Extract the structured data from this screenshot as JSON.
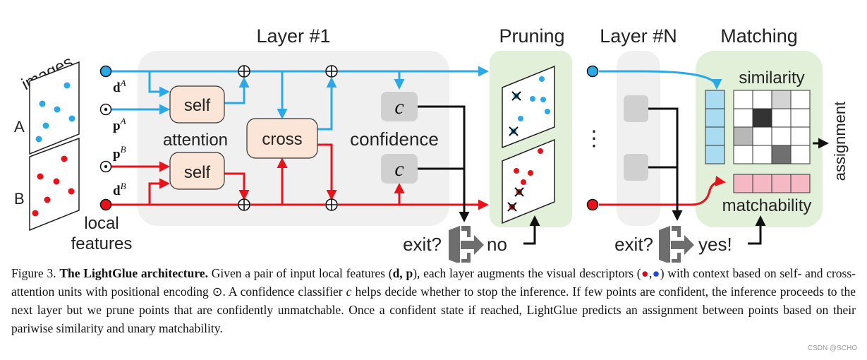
{
  "headings": {
    "layer1": "Layer #1",
    "pruning": "Pruning",
    "layerN": "Layer #N",
    "matching": "Matching"
  },
  "images": {
    "title": "images",
    "labelA": "A",
    "labelB": "B",
    "caption_line1": "local",
    "caption_line2": "features"
  },
  "inputs": {
    "dA_base": "d",
    "dA_sup": "A",
    "pA_base": "p",
    "pA_sup": "A",
    "pB_base": "p",
    "pB_sup": "B",
    "dB_base": "d",
    "dB_sup": "B"
  },
  "blocks": {
    "self_top": "self",
    "self_bottom": "self",
    "attention": "attention",
    "cross": "cross",
    "confidence": "confidence",
    "c_symbol": "c"
  },
  "exits": {
    "exit1": "exit?",
    "no": "no",
    "exit2": "exit?",
    "yes": "yes!"
  },
  "matching": {
    "similarity": "similarity",
    "matchability": "matchability",
    "assignment": "assignment"
  },
  "ellipsis": "⋮",
  "colors": {
    "blue": "#2aa9e6",
    "red": "#e8121b",
    "panel_gray": "#f0f0f0",
    "panel_green": "#e2efd9",
    "block_peach": "#fbe5d6",
    "conf_gray": "#d0d0d0"
  },
  "caption": {
    "label": "Figure 3.",
    "title": "The LightGlue architecture.",
    "part1": "Given a pair of input local features (",
    "math_dp": "d, p",
    "part2": "), each layer augments the visual descriptors (",
    "dot_red": "●",
    "comma": ",",
    "dot_blue": "●",
    "part3": ") with context based on self- and cross-attention units with positional encoding ⊙. A confidence classifier ",
    "math_c": "c",
    "part4": " helps decide whether to stop the inference. If few points are confident, the inference proceeds to the next layer but we prune points that are confidently unmatchable. Once a confident state if reached, LightGlue predicts an assignment between points based on their pariwise similarity and unary matchability."
  },
  "watermark": "CSDN @SCHO"
}
